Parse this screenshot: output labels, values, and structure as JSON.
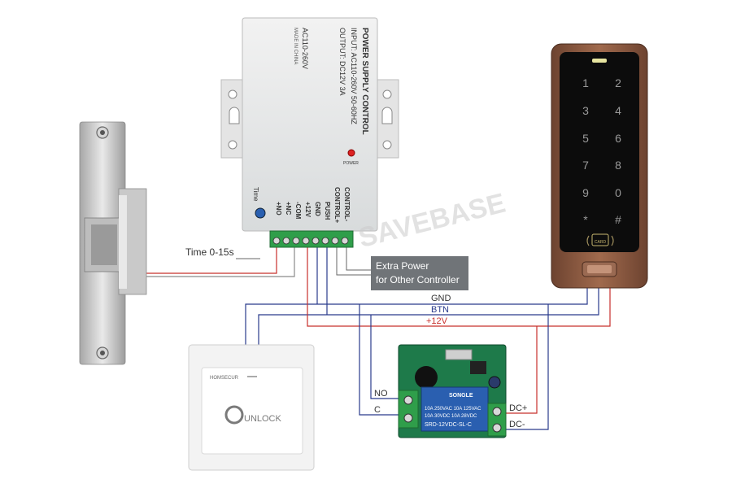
{
  "power_supply": {
    "title": "POWER SUPPLY CONTROL",
    "input": "INPUT: AC110-260V 50-60HZ",
    "output": "OUTPUT: DC12V  3A",
    "model": "AC110-260V",
    "origin": "MADE IN CHINA",
    "power_led_label": "POWER",
    "time_label": "Time",
    "terminals": [
      "+NO",
      "+NC",
      "-COM",
      "+12V",
      "GND",
      "PUSH",
      "CONTROL+",
      "CONTROL-"
    ]
  },
  "annotations": {
    "time_range": "Time 0-15s",
    "extra_power": [
      "Extra Power",
      "for Other Controller"
    ]
  },
  "wires": {
    "gnd": "GND",
    "btn": "BTN",
    "v12": "+12V",
    "no": "NO",
    "c": "C",
    "dc_plus": "DC+",
    "dc_minus": "DC-"
  },
  "keypad": {
    "keys": [
      "1",
      "2",
      "3",
      "4",
      "5",
      "6",
      "7",
      "8",
      "9",
      "0",
      "*",
      "#"
    ],
    "card_label": "CARD"
  },
  "exit_button": {
    "brand": "HOMSECUR",
    "label": "UNLOCK"
  },
  "relay_board": {
    "relay_brand": "SONGLE",
    "specs": [
      "10A 250VAC  10A 125VAC",
      "10A 30VDC  10A 28VDC"
    ],
    "model": "SRD-12VDC-SL-C"
  },
  "watermark": "SAVEBASE",
  "colors": {
    "wire_blue": "#2a3b8c",
    "wire_red": "#c8302c",
    "wire_gray": "#8a8a8a",
    "terminal_green": "#2f9e4a",
    "keypad_bronze": "#8a5a3c",
    "keypad_face": "#0c0c0c",
    "pcb_green": "#1e7a4a",
    "relay_blue": "#2a5fb0"
  }
}
